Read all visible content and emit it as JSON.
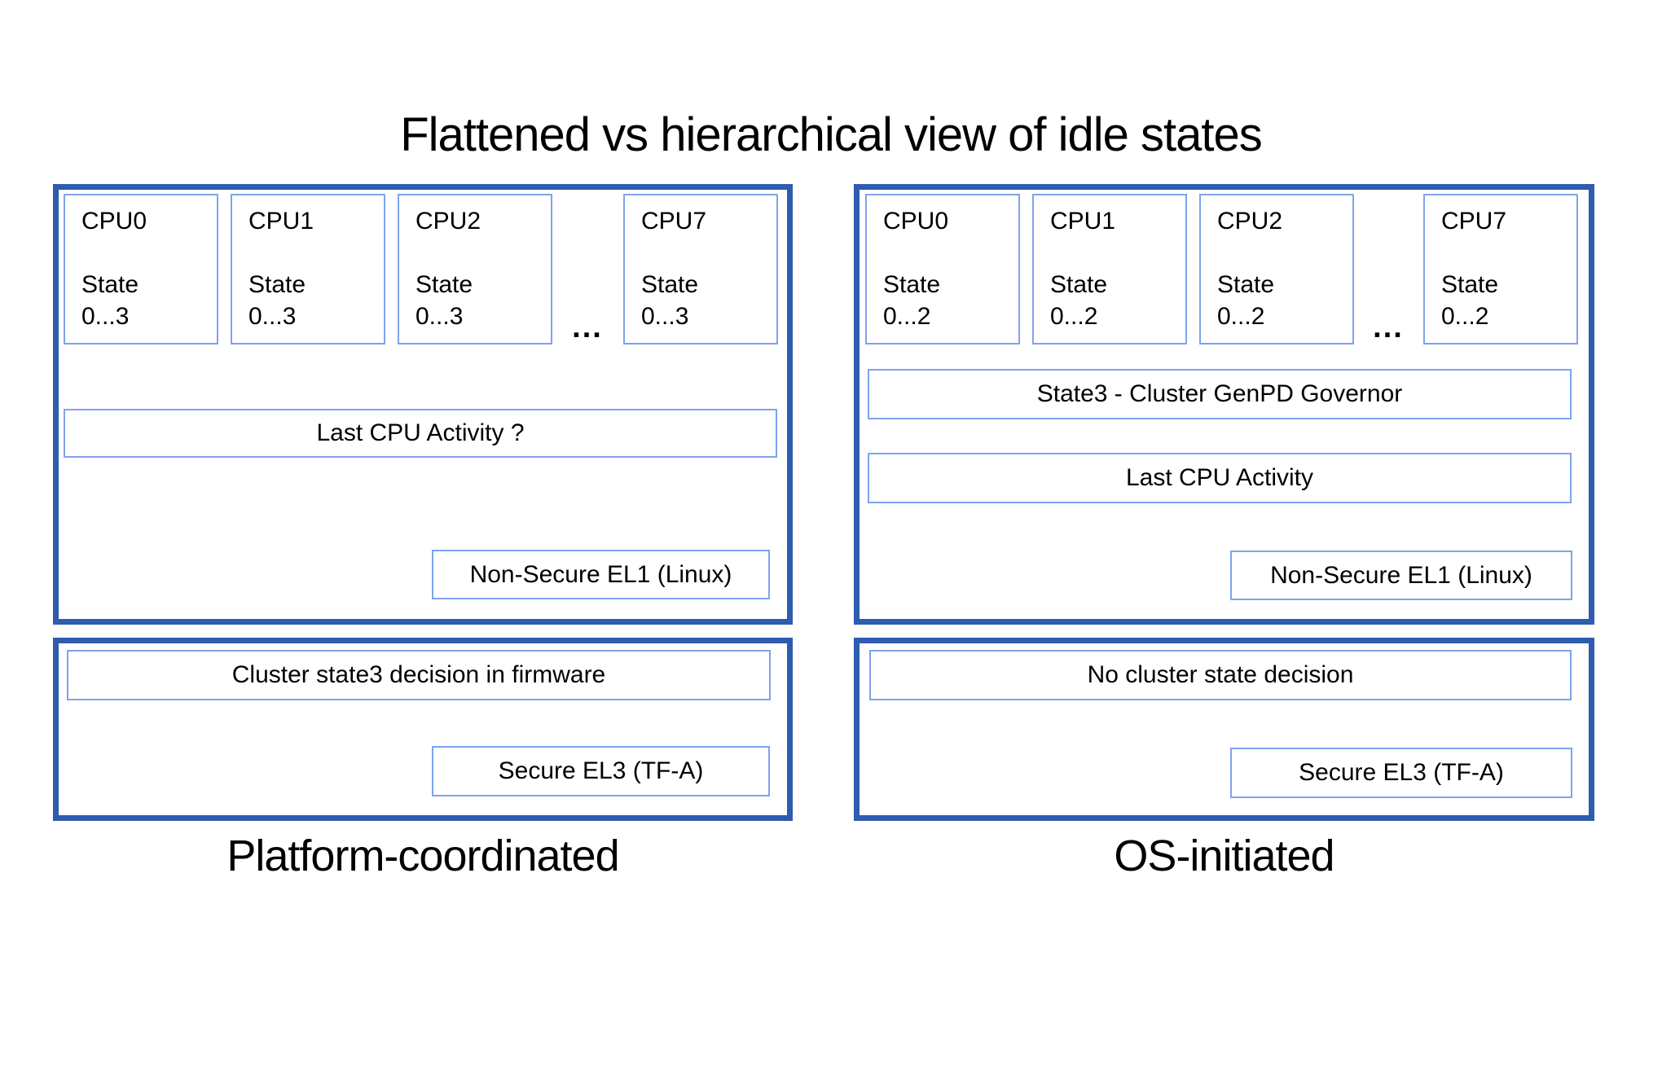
{
  "title": "Flattened vs hierarchical view of idle states",
  "colors": {
    "panel_border": "#2E5CAE",
    "box_border": "#7FA3EC",
    "text": "#000000",
    "background": "#FFFFFF"
  },
  "left_panel": {
    "caption": "Platform-coordinated",
    "cpus": [
      {
        "name": "CPU0",
        "state_label": "State",
        "state_range": "0...3"
      },
      {
        "name": "CPU1",
        "state_label": "State",
        "state_range": "0...3"
      },
      {
        "name": "CPU2",
        "state_label": "State",
        "state_range": "0...3"
      },
      {
        "name": "CPU7",
        "state_label": "State",
        "state_range": "0...3"
      }
    ],
    "ellipsis": "...",
    "last_cpu_activity": "Last CPU Activity ?",
    "non_secure_el1": "Non-Secure EL1 (Linux)",
    "cluster_decision": "Cluster state3 decision in firmware",
    "secure_el3": "Secure EL3 (TF-A)"
  },
  "right_panel": {
    "caption": "OS-initiated",
    "cpus": [
      {
        "name": "CPU0",
        "state_label": "State",
        "state_range": "0...2"
      },
      {
        "name": "CPU1",
        "state_label": "State",
        "state_range": "0...2"
      },
      {
        "name": "CPU2",
        "state_label": "State",
        "state_range": "0...2"
      },
      {
        "name": "CPU7",
        "state_label": "State",
        "state_range": "0...2"
      }
    ],
    "ellipsis": "...",
    "genpd_governor": "State3 - Cluster GenPD Governor",
    "last_cpu_activity": "Last CPU Activity",
    "non_secure_el1": "Non-Secure EL1 (Linux)",
    "cluster_decision": "No cluster state decision",
    "secure_el3": "Secure EL3 (TF-A)"
  }
}
